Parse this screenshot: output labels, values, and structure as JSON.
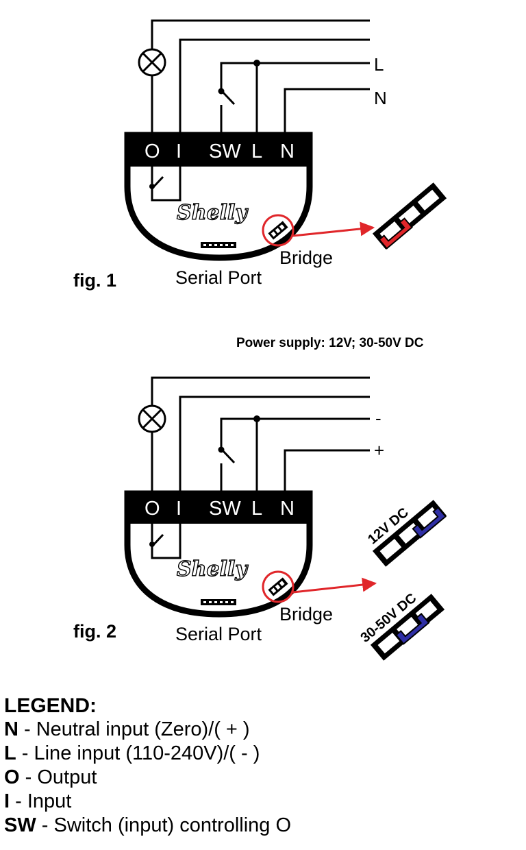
{
  "colors": {
    "arrow": "#e0262a",
    "jumper_red": "#e0262a",
    "jumper_blue": "#2f2fa5",
    "ink": "#000000"
  },
  "fig1": {
    "terminals": [
      "O",
      "I",
      "SW",
      "L",
      "N"
    ],
    "wire_labels": [
      "L",
      "N"
    ],
    "brand": "Shelly",
    "serial_port": "Serial Port",
    "bridge": "Bridge",
    "caption": "fig. 1",
    "icons": [
      "lamp-icon",
      "switch-icon",
      "relay-contact-icon",
      "serial-port-icon",
      "bridge-jumper-icon",
      "jumper-red-icon"
    ]
  },
  "power_supply": "Power supply: 12V; 30-50V DC",
  "fig2": {
    "terminals": [
      "O",
      "I",
      "SW",
      "L",
      "N"
    ],
    "wire_labels": [
      "-",
      "+"
    ],
    "brand": "Shelly",
    "serial_port": "Serial Port",
    "bridge": "Bridge",
    "caption": "fig. 2",
    "jumper_12v": "12V DC",
    "jumper_30_50v": "30-50V DC",
    "icons": [
      "lamp-icon",
      "switch-icon",
      "relay-contact-icon",
      "serial-port-icon",
      "bridge-jumper-icon",
      "jumper-blue-icon"
    ]
  },
  "legend": {
    "title": "LEGEND:",
    "items": [
      {
        "key": "N",
        "desc": " - Neutral input (Zero)/( + )"
      },
      {
        "key": "L",
        "desc": " - Line input (110-240V)/( - )"
      },
      {
        "key": "O",
        "desc": " - Output"
      },
      {
        "key": "I",
        "desc": " - Input"
      },
      {
        "key": "SW",
        "desc": " - Switch (input) controlling O"
      }
    ]
  }
}
